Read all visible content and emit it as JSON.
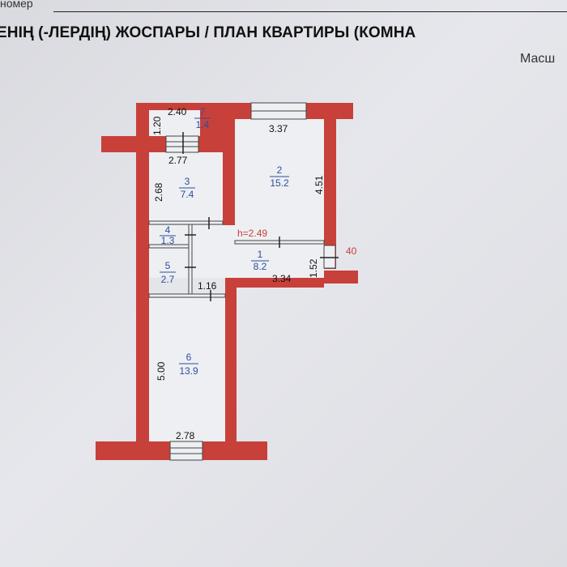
{
  "header": {
    "number_label": "номер",
    "title": "ЕНІҢ (-ЛЕРДІҢ) ЖОСПАРЫ / ПЛАН КВАРТИРЫ (КОМНА",
    "scale_label": "Масш"
  },
  "plan": {
    "wall_color": "#c8403a",
    "ceiling_height": "h=2.49",
    "marker": "40",
    "rooms": [
      {
        "number": "1",
        "area": "8.2"
      },
      {
        "number": "2",
        "area": "15.2"
      },
      {
        "number": "3",
        "area": "7.4"
      },
      {
        "number": "4",
        "area": "1.3"
      },
      {
        "number": "5",
        "area": "2.7"
      },
      {
        "number": "6",
        "area": "13.9"
      },
      {
        "number": "7",
        "area": "1.4"
      }
    ],
    "dimensions": [
      "2.40",
      "1.20",
      "3.37",
      "2.77",
      "2.68",
      "4.51",
      "1.52",
      "3.34",
      "1.16",
      "5.00",
      "2.78"
    ]
  }
}
